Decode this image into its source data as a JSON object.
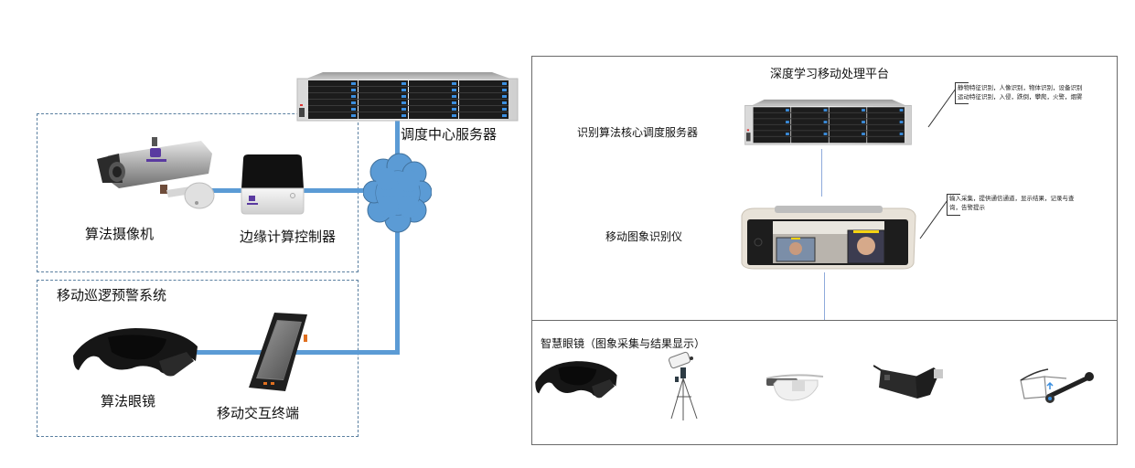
{
  "left_diagram": {
    "server_label": "调度中心服务器",
    "camera_label": "算法摄像机",
    "edge_controller_label": "边缘计算控制器",
    "patrol_system_title": "移动巡逻预警系统",
    "glasses_label": "算法眼镜",
    "terminal_label": "移动交互终端",
    "icons": {
      "server": "rack-server-icon",
      "cloud": "network-cloud-icon",
      "camera": "bullet-camera-icon",
      "controller": "edge-box-icon",
      "glasses": "ar-glasses-icon",
      "phone": "rugged-phone-icon"
    }
  },
  "right_diagram": {
    "platform_title": "深度学习移动处理平台",
    "server_label": "识别算法核心调度服务器",
    "server_note_lines": [
      "静物特征识别，人像识别，物体识别，设备识别",
      "运动特征识别，入侵，跌倒，攀爬，火警，烟雾"
    ],
    "recognizer_label": "移动图象识别仪",
    "recognizer_note_lines": [
      "输入采集，提供通信通道，显示结果，记录与查",
      "询，告警提示"
    ],
    "smart_glasses_title": "智慧眼镜（图象采集与结果显示）",
    "device_icons": [
      "ar-glasses-icon",
      "tripod-camera-icon",
      "smart-glasses-icon",
      "clip-camera-icon",
      "camera-glasses-icon"
    ]
  },
  "colors": {
    "link": "#5b9bd5",
    "thin_link": "#8eaadb",
    "dashed_border": "#5a7fa0",
    "panel_border": "#6a6a6a"
  }
}
